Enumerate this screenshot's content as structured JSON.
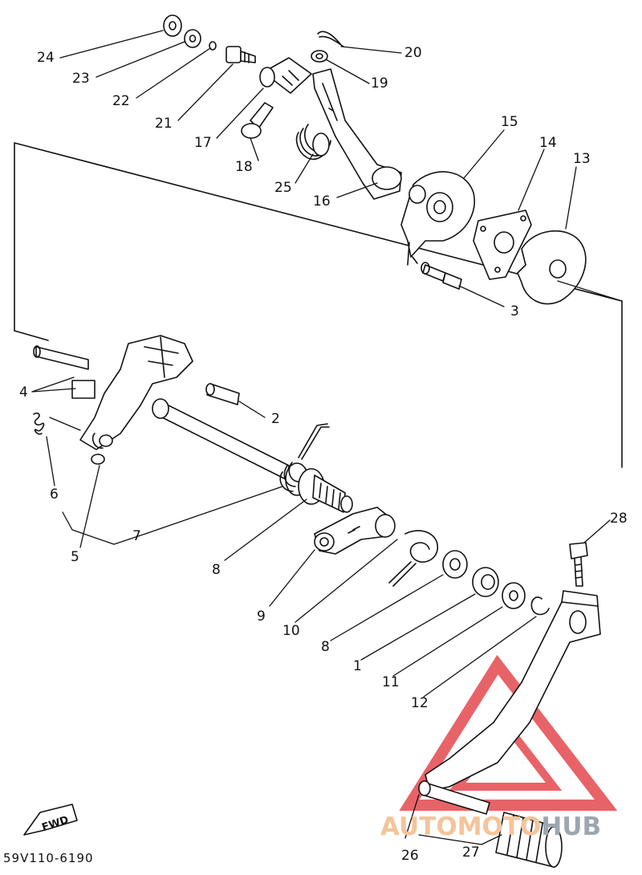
{
  "diagram_code": "59V110-6190",
  "fwd_label": "FWD",
  "watermark": {
    "part1": "AUTOMOTO",
    "part2": "HUB"
  },
  "colors": {
    "ink": "#111111",
    "watermark_red": "#e5484d",
    "watermark_orange": "#f5c49a",
    "watermark_gray": "#9ea7b0"
  },
  "callouts": [
    {
      "id": "24",
      "text": "24"
    },
    {
      "id": "23",
      "text": "23"
    },
    {
      "id": "22",
      "text": "22"
    },
    {
      "id": "21",
      "text": "21"
    },
    {
      "id": "17",
      "text": "17"
    },
    {
      "id": "18",
      "text": "18"
    },
    {
      "id": "20",
      "text": "20"
    },
    {
      "id": "19",
      "text": "19"
    },
    {
      "id": "25",
      "text": "25"
    },
    {
      "id": "16",
      "text": "16"
    },
    {
      "id": "15",
      "text": "15"
    },
    {
      "id": "14",
      "text": "14"
    },
    {
      "id": "13",
      "text": "13"
    },
    {
      "id": "3",
      "text": "3"
    },
    {
      "id": "4",
      "text": "4"
    },
    {
      "id": "2",
      "text": "2"
    },
    {
      "id": "6",
      "text": "6"
    },
    {
      "id": "7",
      "text": "7"
    },
    {
      "id": "5",
      "text": "5"
    },
    {
      "id": "8a",
      "text": "8"
    },
    {
      "id": "9",
      "text": "9"
    },
    {
      "id": "10",
      "text": "10"
    },
    {
      "id": "8b",
      "text": "8"
    },
    {
      "id": "1",
      "text": "1"
    },
    {
      "id": "11",
      "text": "11"
    },
    {
      "id": "12",
      "text": "12"
    },
    {
      "id": "28",
      "text": "28"
    },
    {
      "id": "26",
      "text": "26"
    },
    {
      "id": "27",
      "text": "27"
    }
  ]
}
